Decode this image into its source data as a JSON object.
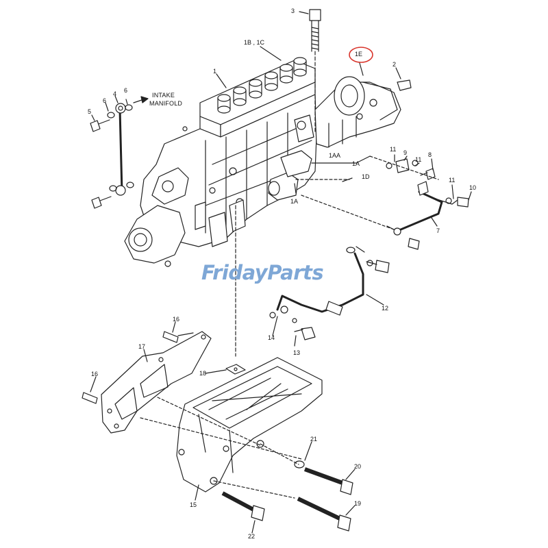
{
  "title": "",
  "callouts": {
    "c1": "1",
    "c1a_right": "1A",
    "c1a_bottom": "1A",
    "c1aa": "1AA",
    "c1b1c": "1B , 1C",
    "c1d": "1D",
    "c1e": "1E",
    "c2": "2",
    "c3": "3",
    "c4": "4",
    "c5": "5",
    "c6a": "6",
    "c6b": "6",
    "c7": "7",
    "c8": "8",
    "c9": "9",
    "c10": "10",
    "c11a": "11",
    "c11b": "11",
    "c11c": "11",
    "c12": "12",
    "c13": "13",
    "c14": "14",
    "c15": "15",
    "c16a": "16",
    "c16b": "16",
    "c17": "17",
    "c18": "18",
    "c19": "19",
    "c20": "20",
    "c21": "21",
    "c22": "22",
    "intake_line1": "INTAKE",
    "intake_line2": "MANIFOLD"
  },
  "watermark": {
    "part1": "Friday",
    "part2": "Parts",
    "brand_color": "#7ea7d6"
  },
  "highlight_color": "#d9342b",
  "line_color": "#222222"
}
